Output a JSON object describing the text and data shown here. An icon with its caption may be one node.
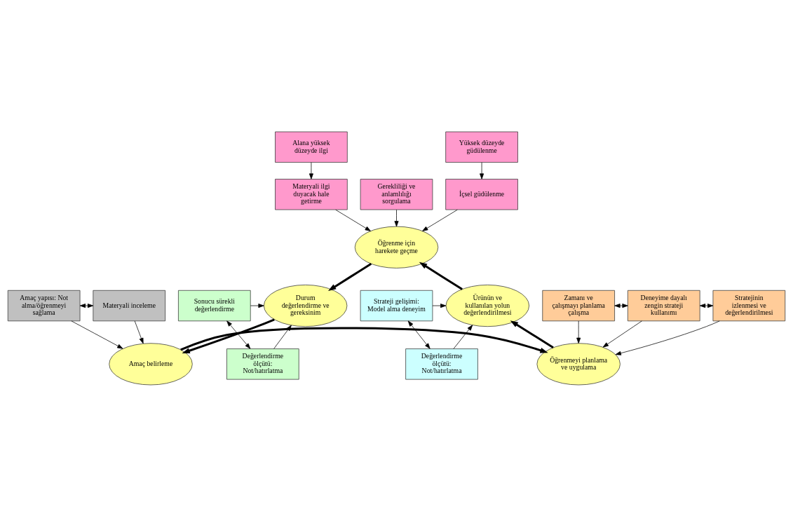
{
  "diagram": {
    "nodes": [
      {
        "text": [
          "Alana yüksek düzeyde ilgi"
        ]
      },
      {
        "text": [
          "Yüksek düzeyde güdülenme"
        ]
      },
      {
        "text": [
          "Gerekliliği ve anlamlılığı sorgulama"
        ]
      },
      {
        "text": [
          "Materyali ilgi duyacak hale getirme"
        ]
      },
      {
        "text": [
          "İçsel güdülenme"
        ]
      },
      {
        "text": [
          "Öğrenme için harekete geçme"
        ]
      },
      {
        "text": [
          "Strateji gelişimi: Model alma deneyim"
        ]
      },
      {
        "text": [
          "Sonucu sürekli değerlendirme"
        ]
      },
      {
        "text": [
          "Ürünün ve kullanılan yolun değerlendirilmesi"
        ]
      },
      {
        "text": [
          "Durum değerlendirme ve gereksinim"
        ]
      },
      {
        "text": [
          "Değerlendirme ölçütü: Not/hatırlatma"
        ]
      },
      {
        "text": [
          "Değerlendirme ölçütü: Not/hatırlatma"
        ]
      },
      {
        "text": [
          "Zamanı ve çalışmayı planlama çalışma"
        ]
      },
      {
        "text": [
          "Öğrenmeyi planlama ve uygulama"
        ]
      },
      {
        "text": [
          "Amaç belirleme"
        ]
      },
      {
        "text": [
          "Materyali inceleme"
        ]
      },
      {
        "text": [
          "Deneyime dayalı zengin strateji kullanımı"
        ]
      },
      {
        "text": [
          "Stratejinin izlenmesi ve değerlendirilmesi"
        ]
      },
      {
        "text": [
          "Amaç yapısı: Not alma/öğrenmeyi sağlama"
        ]
      }
    ],
    "edges": [
      {
        "from": 0,
        "to": 3,
        "arrow": "to"
      },
      {
        "from": 1,
        "to": 4,
        "arrow": "to"
      },
      {
        "from": 3,
        "to": 5,
        "arrow": "to"
      },
      {
        "from": 2,
        "to": 5,
        "arrow": "to"
      },
      {
        "from": 4,
        "to": 5,
        "arrow": "to"
      },
      {
        "from": 5,
        "to": 9,
        "arrow": "to",
        "style": "thick"
      },
      {
        "from": 9,
        "to": 14,
        "arrow": "to",
        "style": "thick"
      },
      {
        "from": 14,
        "to": 13,
        "arrow": "to",
        "style": "thick"
      },
      {
        "from": 13,
        "to": 8,
        "arrow": "to",
        "style": "thick"
      },
      {
        "from": 8,
        "to": 5,
        "arrow": "to",
        "style": "thick"
      },
      {
        "from": 6,
        "to": 10,
        "arrow": "both"
      },
      {
        "from": 6,
        "to": 8,
        "arrow": "to"
      },
      {
        "from": 10,
        "to": 8,
        "arrow": "to"
      },
      {
        "from": 7,
        "to": 11,
        "arrow": "both"
      },
      {
        "from": 7,
        "to": 9,
        "arrow": "to"
      },
      {
        "from": 11,
        "to": 9,
        "arrow": "to"
      },
      {
        "from": 12,
        "to": 13,
        "arrow": "to"
      },
      {
        "from": 12,
        "to": 16,
        "arrow": "both"
      },
      {
        "from": 16,
        "to": 13,
        "arrow": "to"
      },
      {
        "from": 17,
        "to": 13,
        "arrow": "to"
      },
      {
        "from": 16,
        "to": 17,
        "arrow": "both"
      },
      {
        "from": 18,
        "to": 15,
        "arrow": "both"
      },
      {
        "from": 18,
        "to": 14,
        "arrow": "to"
      },
      {
        "from": 15,
        "to": 14,
        "arrow": "to"
      }
    ]
  }
}
